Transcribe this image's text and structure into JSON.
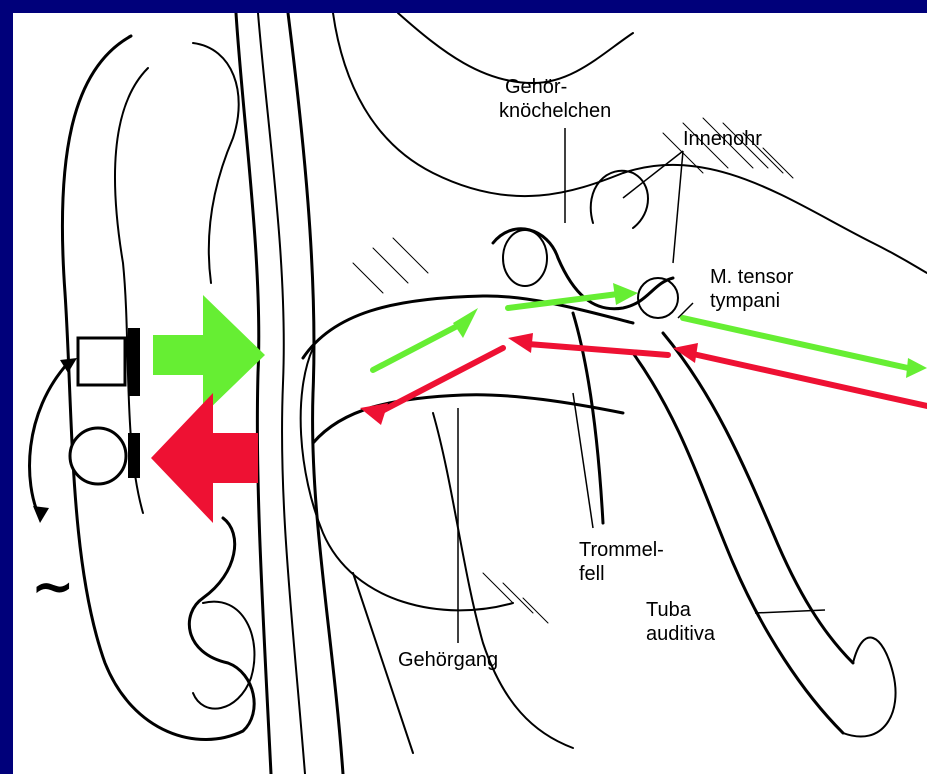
{
  "labels": {
    "ossicles_line1": "Gehör-",
    "ossicles_line2": "knöchelchen",
    "inner_ear": "Innenohr",
    "tensor_line1": "M. tensor",
    "tensor_line2": "tympani",
    "eardrum_line1": "Trommel-",
    "eardrum_line2": "fell",
    "tube_line1": "Tuba",
    "tube_line2": "auditiva",
    "ear_canal": "Gehörgang",
    "ac_symbol": "~"
  },
  "colors": {
    "background": "#00007a",
    "panel": "#ffffff",
    "stimulus_arrow": "#66ee33",
    "response_arrow": "#ee1133",
    "probe": "#000000"
  },
  "icons": {
    "speaker": "square-speaker-icon",
    "microphone": "circle-microphone-icon",
    "loop": "curved-arrow-icon"
  }
}
